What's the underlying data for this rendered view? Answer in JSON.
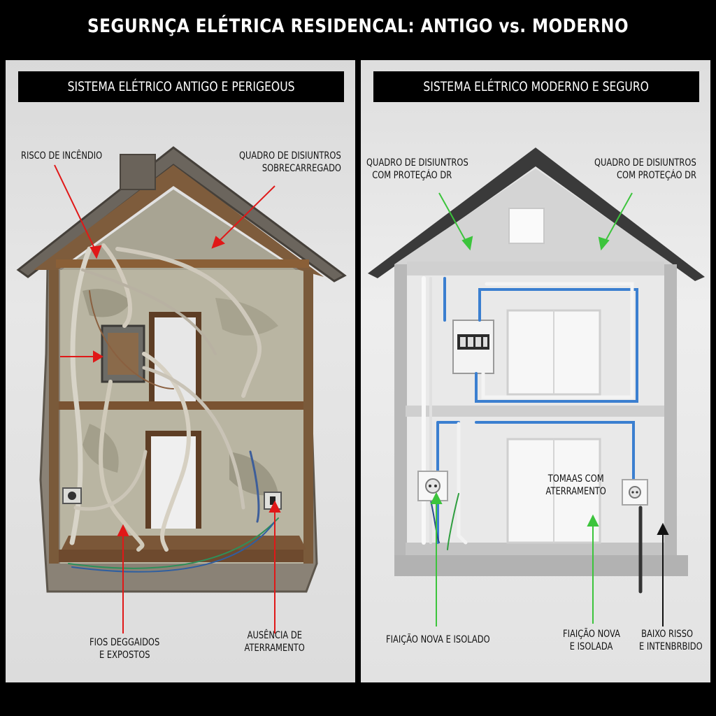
{
  "title": "SEGURNÇA ELÉTRICA RESIDENCAL: ANTIGO vs. MODERNO",
  "left": {
    "banner": "SISTEMA ELÉTRICO ANTIGO E PERIGEOUS",
    "labels": {
      "fire_risk": "RISCO DE INCÊNDIO",
      "breaker_overloaded_1": "QUADRO DE DISIUNTROS",
      "breaker_overloaded_2": "SOBRECARREGADO",
      "wires_1": "FIOS DEGGAIDOS",
      "wires_2": "E EXPOSTOS",
      "no_ground_1": "AUSÊNCIA DE",
      "no_ground_2": "ATERRAMENTO"
    },
    "accent_color": "#e01818"
  },
  "right": {
    "banner": "SISTEMA ELÉTRICO MODERNO E SEGURO",
    "labels": {
      "breaker_dr_left_1": "QUADRO DE DISIUNTROS",
      "breaker_dr_left_2": "COM PROTEÇÁO DR",
      "breaker_dr_right_1": "QUADRO DE DISIUNTROS",
      "breaker_dr_right_2": "COM PROTEÇÁO DR",
      "outlets_1": "TOMAAS COM",
      "outlets_2": "ATERRAMENTO",
      "new_wiring_left": "FIAIÇÃO NOVA E ISOLADO",
      "new_wiring_center_1": "FIAIÇÃO NOVA",
      "new_wiring_center_2": "E ISOLADA",
      "low_risk_1": "BAIXO RISSO",
      "low_risk_2": "E INTENBRBIDO"
    },
    "accent_color": "#3cc43c"
  }
}
